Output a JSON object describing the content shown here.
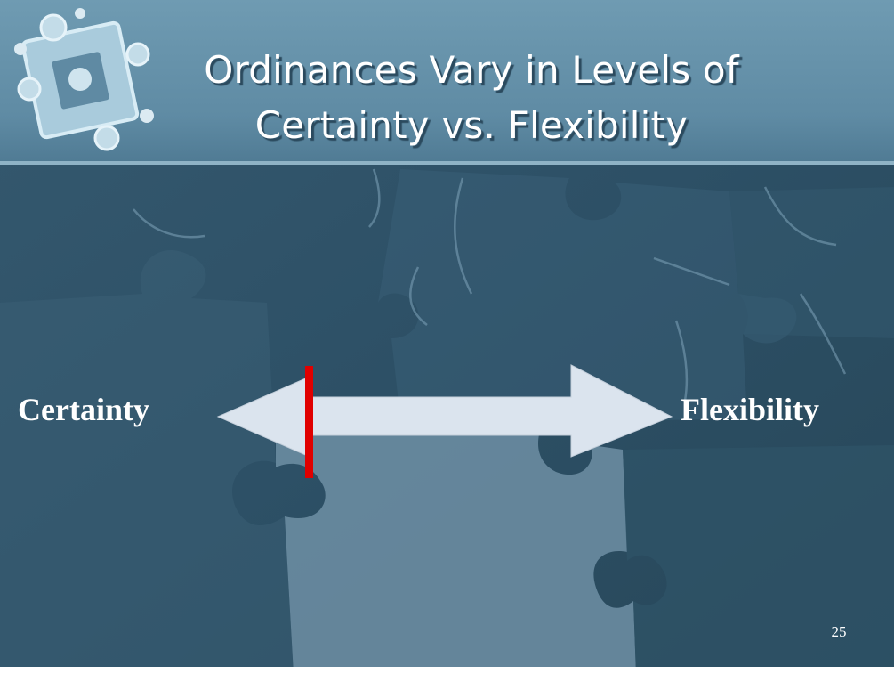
{
  "slide": {
    "title_line1": "Ordinances Vary in Levels of",
    "title_line2": "Certainty vs. Flexibility",
    "left_label": "Certainty",
    "right_label": "Flexibility",
    "page_number": "25"
  },
  "indicator": {
    "position_fraction": 0.2
  },
  "colors": {
    "background": "#2d5066",
    "title_band": "#6f9fb5",
    "arrow_fill": "#dbe4ee",
    "marker": "#e00000",
    "text": "#ffffff"
  },
  "icons": {
    "logo": "puzzle-pieces-icon"
  }
}
